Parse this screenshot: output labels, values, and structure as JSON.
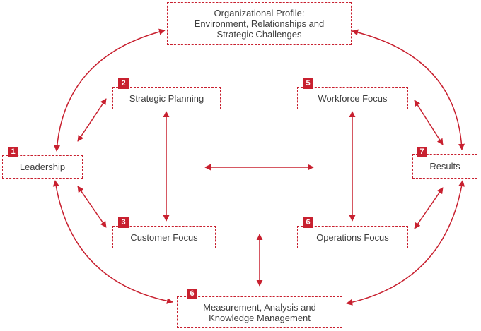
{
  "accent_color": "#c8202f",
  "nodes": {
    "profile": {
      "label": "Organizational Profile:\nEnvironment, Relationships and\nStrategic Challenges",
      "number": ""
    },
    "strategic": {
      "label": "Strategic Planning",
      "number": "2"
    },
    "workforce": {
      "label": "Workforce Focus",
      "number": "5"
    },
    "leadership": {
      "label": "Leadership",
      "number": "1"
    },
    "results": {
      "label": "Results",
      "number": "7"
    },
    "customer": {
      "label": "Customer Focus",
      "number": "3"
    },
    "operations": {
      "label": "Operations Focus",
      "number": "6"
    },
    "measurement": {
      "label": "Measurement, Analysis and\nKnowledge Management",
      "number": "6"
    }
  }
}
